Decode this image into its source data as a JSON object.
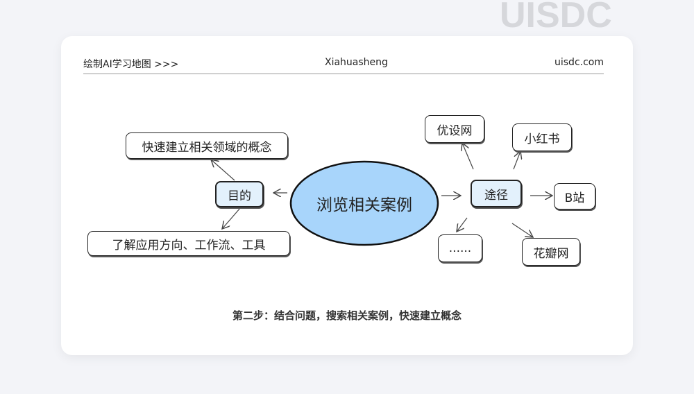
{
  "watermark": "UISDC",
  "header": {
    "left": "绘制AI学习地图 >>>",
    "center": "Xiahuasheng",
    "right": "uisdc.com"
  },
  "diagram": {
    "center": "浏览相关案例",
    "purpose": {
      "label": "目的",
      "children": [
        "快速建立相关领域的概念",
        "了解应用方向、工作流、工具"
      ]
    },
    "channels": {
      "label": "途径",
      "children": [
        "优设网",
        "小红书",
        "B站",
        "花瓣网",
        "......"
      ]
    }
  },
  "caption": "第二步：结合问题，搜索相关案例，快速建立概念",
  "colors": {
    "center_fill": "#a8d5fb",
    "branch_fill": "#e3f1fc",
    "background": "#f3f4f8"
  }
}
